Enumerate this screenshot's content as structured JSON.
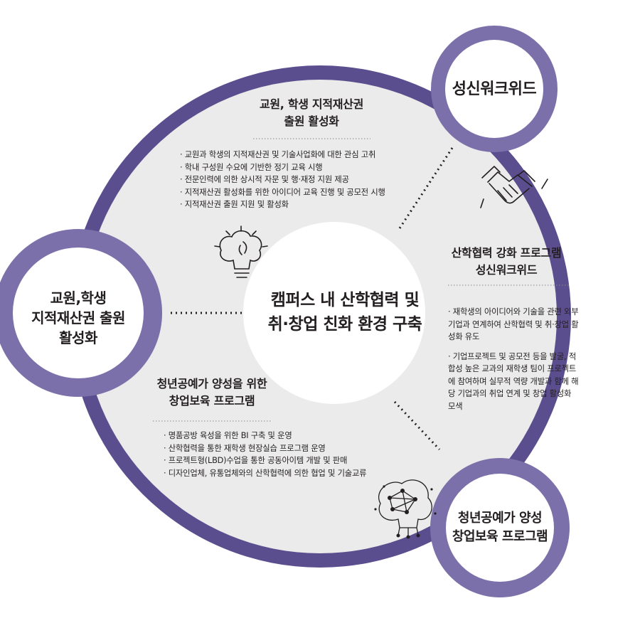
{
  "center": {
    "line1": "캠퍼스 내 산학협력 및",
    "line2": "취·창업 친화 환경 구축"
  },
  "nodes": {
    "top_right": {
      "label": "성신워크위드"
    },
    "left": {
      "line1": "교원,학생",
      "line2": "지적재산권 출원",
      "line3": "활성화"
    },
    "bottom_right": {
      "line1": "청년공예가 양성",
      "line2": "창업보육 프로그램"
    }
  },
  "sections": {
    "top": {
      "title_line1": "교원, 학생 지적재산권",
      "title_line2": "출원 활성화",
      "bullets": [
        "교원과 학생의 지적재산권 및 기술사업화에 대한 관심 고취",
        "학내 구성원 수요에 기반한 정기 교육 시행",
        "전문인력에 의한 상시적 자문 및 행·재정 지원 제공",
        "지적재산권 활성화를 위한 아이디어 교육 진행 및 공모전 시행",
        "지적재산권 출원 지원 및 활성화"
      ]
    },
    "right": {
      "title_line1": "산학협력 강화 프로그램",
      "title_line2": "성신워크위드",
      "paragraphs": [
        "· 재학생의 아이디어와 기술을 관련 외부기업과 연계하여 산학협력 및 취·창업 활성화 유도",
        "· 기업프로젝트 및 공모전 등을 발굴, 적합성 높은 교과의 재학생 팀이 프로젝트에 참여하며 실무적 역량 개발과 함께 해당 기업과의 취업 연계 및 창업 활성화 모색"
      ]
    },
    "bottom": {
      "title_line1": "청년공예가 양성을 위한",
      "title_line2": "창업보육 프로그램",
      "bullets": [
        "명품공방 육성을 위한 BI 구축 및 운영",
        "산학협력을 통한 재학생 현장실습 프로그램 운영",
        "프로젝트형(LBD)수업을 통한 공동아이템 개발 및 판매",
        "디자인업체, 유통업체와의 산학협력에 의한 협업 및 기술교류"
      ]
    }
  },
  "icons": [
    "lightbulb-brain-icon",
    "handshake-icon",
    "network-brain-icon"
  ],
  "colors": {
    "ring": "#5b4e8f",
    "node_ring": "#7b70a9",
    "panel": "#ebebeb",
    "text": "#231f20"
  }
}
